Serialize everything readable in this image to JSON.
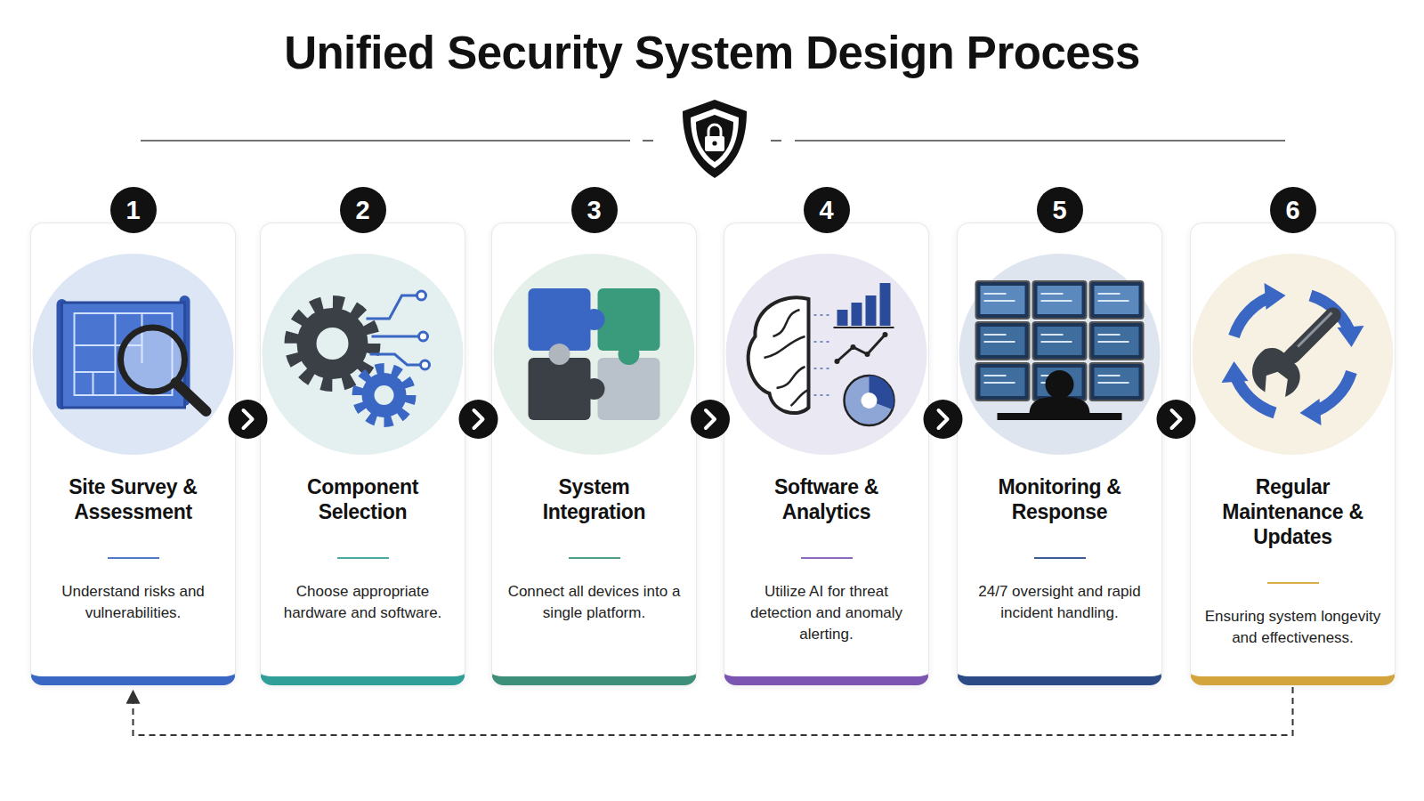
{
  "diagram": {
    "title": "Unified Security System Design Process",
    "nodes": [
      {
        "text": [
          "1",
          "Site Survey & Assessment",
          "Understand risks and vulnerabilities."
        ]
      },
      {
        "text": [
          "2",
          "Component Selection",
          "Choose appropriate hardware and software."
        ]
      },
      {
        "text": [
          "3",
          "System Integration",
          "Connect all devices into a single platform."
        ]
      },
      {
        "text": [
          "4",
          "Software & Analytics",
          "Utilize AI for threat detection and anomaly alerting."
        ]
      },
      {
        "text": [
          "5",
          "Monitoring & Response",
          "24/7 oversight and rapid incident handling."
        ]
      },
      {
        "text": [
          "6",
          "Regular Maintenance & Updates",
          "Ensuring system longevity and effectiveness."
        ]
      }
    ],
    "edges": [
      {
        "from": 0,
        "to": 1,
        "arrow": "to"
      },
      {
        "from": 1,
        "to": 2,
        "arrow": "to"
      },
      {
        "from": 2,
        "to": 3,
        "arrow": "to"
      },
      {
        "from": 3,
        "to": 4,
        "arrow": "to"
      },
      {
        "from": 4,
        "to": 5,
        "arrow": "to"
      },
      {
        "from": 5,
        "to": 0,
        "arrow": "to"
      }
    ]
  }
}
